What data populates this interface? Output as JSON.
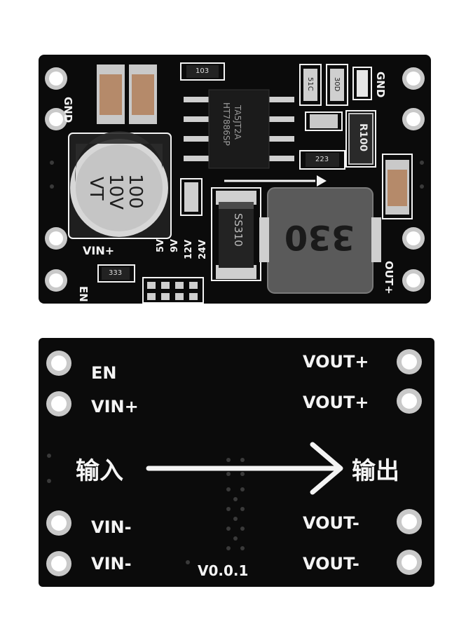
{
  "top_board": {
    "labels": {
      "gnd_left": "GND",
      "gnd_right": "GND",
      "vin_plus": "VIN+",
      "en": "EN",
      "out_plus": "OUT+",
      "jumpers": [
        "5V",
        "9V",
        "12V",
        "24V"
      ],
      "res_103": "103",
      "res_333": "333",
      "res_223": "223",
      "res_51c": "51C",
      "res_30d": "30D",
      "res_r100": "R100",
      "ic_line1": "HT7886SP",
      "ic_line2": "TA5JT2A",
      "diode": "SS310",
      "inductor": "330",
      "cap_line1": "100",
      "cap_line2": "10V",
      "cap_line3": "VT"
    }
  },
  "bottom_board": {
    "labels": {
      "en": "EN",
      "vin_plus": "VIN+",
      "vin_minus_1": "VIN-",
      "vin_minus_2": "VIN-",
      "vout_plus_1": "VOUT+",
      "vout_plus_2": "VOUT+",
      "vout_minus_1": "VOUT-",
      "vout_minus_2": "VOUT-",
      "input_cn": "输入",
      "output_cn": "输出",
      "version": "V0.0.1"
    }
  },
  "colors": {
    "pcb": "#0b0b0b",
    "silkscreen": "#f4f4f4",
    "pad": "#cfcfcf",
    "component_tan": "#b58a6a",
    "inductor": "#5a5a5a"
  }
}
